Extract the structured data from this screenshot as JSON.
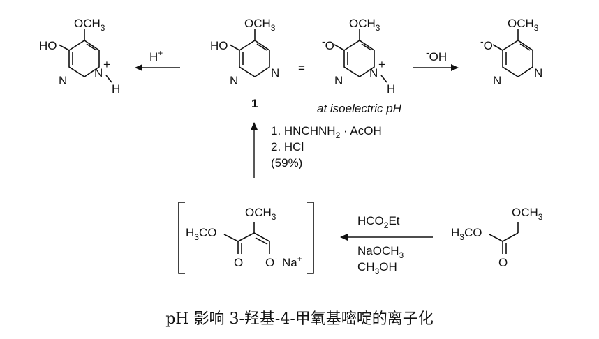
{
  "labels": {
    "och3": "OCH",
    "och3_sub": "3",
    "ho": "HO",
    "n": "N",
    "h": "H",
    "plus": "+",
    "o": "O",
    "minus": "-",
    "h_plus_arrow": "H",
    "oh_arrow": "OH",
    "equals": "=",
    "compound_number": "1",
    "isoelectric": "at isoelectric pH",
    "h3c": "H",
    "h3c_tail": "C",
    "o_minus": "O",
    "na": "Na",
    "o_carbonyl": "O"
  },
  "conditions": {
    "step1": "1. HNCHNH",
    "step1_sub": "2",
    "step1_tail": " · AcOH",
    "step2": "2. HCl",
    "yield": "(59%)",
    "reagent_top": "HCO",
    "reagent_top_sub": "2",
    "reagent_top_tail": "Et",
    "reagent_bottom1": "NaOCH",
    "reagent_bottom1_sub": "3",
    "reagent_bottom2": "CH",
    "reagent_bottom2_sub": "3",
    "reagent_bottom2_tail": "OH"
  },
  "caption": "pH 影响 3-羟基-4-甲氧基嘧啶的离子化"
}
